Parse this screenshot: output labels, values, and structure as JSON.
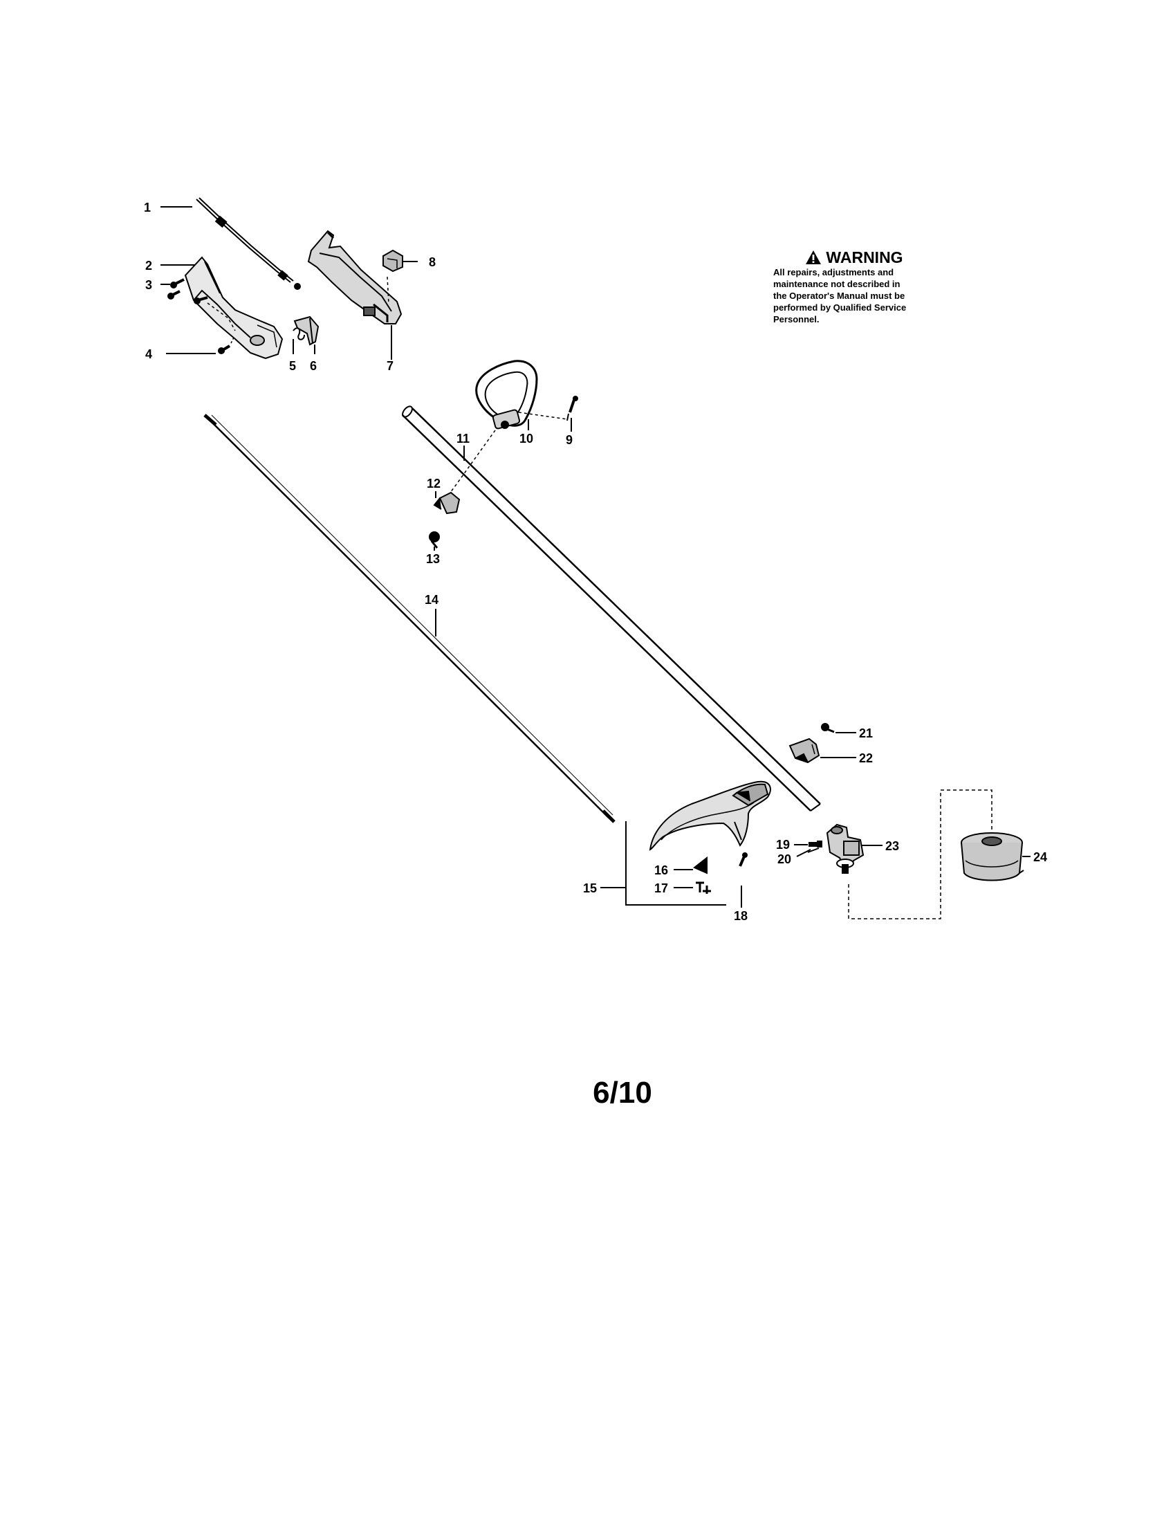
{
  "parts": [
    {
      "id": "part-1",
      "label": "1"
    },
    {
      "id": "part-2",
      "label": "2"
    },
    {
      "id": "part-3",
      "label": "3"
    },
    {
      "id": "part-4",
      "label": "4"
    },
    {
      "id": "part-5",
      "label": "5"
    },
    {
      "id": "part-6",
      "label": "6"
    },
    {
      "id": "part-7",
      "label": "7"
    },
    {
      "id": "part-8",
      "label": "8"
    },
    {
      "id": "part-9",
      "label": "9"
    },
    {
      "id": "part-10",
      "label": "10"
    },
    {
      "id": "part-11",
      "label": "11"
    },
    {
      "id": "part-12",
      "label": "12"
    },
    {
      "id": "part-13",
      "label": "13"
    },
    {
      "id": "part-14",
      "label": "14"
    },
    {
      "id": "part-15",
      "label": "15"
    },
    {
      "id": "part-16",
      "label": "16"
    },
    {
      "id": "part-17",
      "label": "17"
    },
    {
      "id": "part-18",
      "label": "18"
    },
    {
      "id": "part-19",
      "label": "19"
    },
    {
      "id": "part-20",
      "label": "20"
    },
    {
      "id": "part-21",
      "label": "21"
    },
    {
      "id": "part-22",
      "label": "22"
    },
    {
      "id": "part-23",
      "label": "23"
    },
    {
      "id": "part-24",
      "label": "24"
    }
  ],
  "warning": {
    "icon": "warning-triangle-icon",
    "title": "WARNING",
    "lines": [
      "All repairs, adjustments and",
      "maintenance not described in",
      "the Operator's Manual must be",
      "performed by Qualified Service",
      "Personnel."
    ]
  },
  "page_number": "6/10"
}
